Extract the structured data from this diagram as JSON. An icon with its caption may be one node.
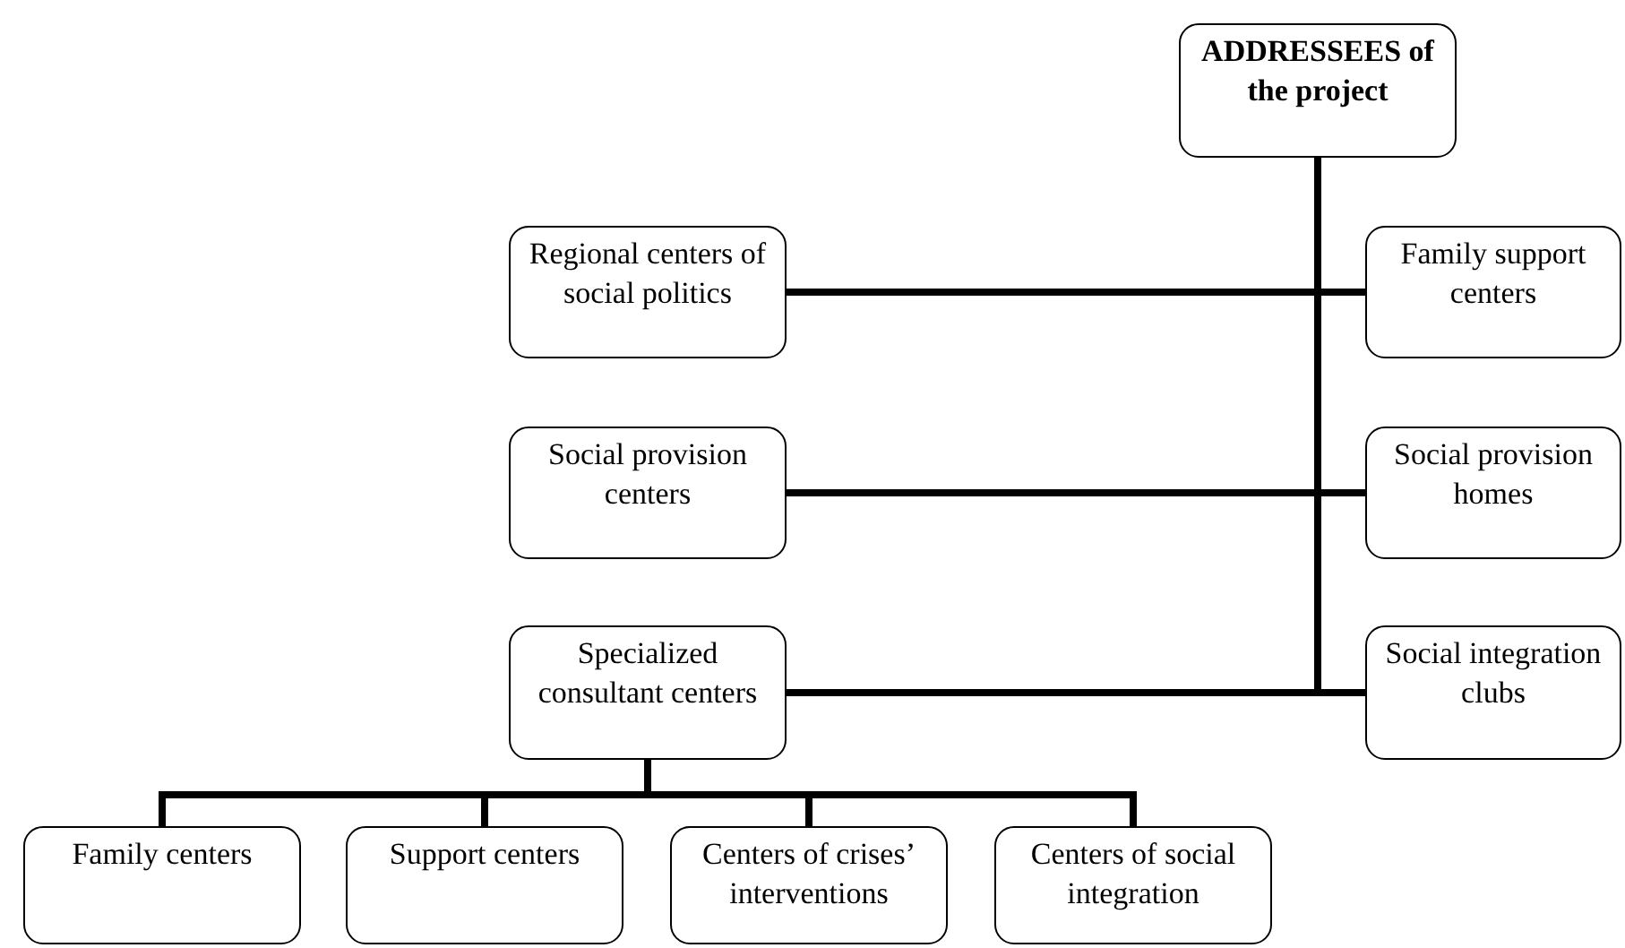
{
  "diagram": {
    "nodes": [
      {
        "text": [
          "ADDRESSEES of the project"
        ]
      },
      {
        "text": [
          "Regional centers of social politics"
        ]
      },
      {
        "text": [
          "Family support centers"
        ]
      },
      {
        "text": [
          "Social provision centers"
        ]
      },
      {
        "text": [
          "Social provision homes"
        ]
      },
      {
        "text": [
          "Specialized consultant centers"
        ]
      },
      {
        "text": [
          "Social integration clubs"
        ]
      },
      {
        "text": [
          "Family centers"
        ]
      },
      {
        "text": [
          "Support centers"
        ]
      },
      {
        "text": [
          "Centers of crises’ interventions"
        ]
      },
      {
        "text": [
          "Centers of social integration"
        ]
      }
    ],
    "edges": [
      {
        "from": 0,
        "to": 1,
        "arrow": "none"
      },
      {
        "from": 0,
        "to": 2,
        "arrow": "none"
      },
      {
        "from": 0,
        "to": 3,
        "arrow": "none"
      },
      {
        "from": 0,
        "to": 4,
        "arrow": "none"
      },
      {
        "from": 0,
        "to": 5,
        "arrow": "none"
      },
      {
        "from": 0,
        "to": 6,
        "arrow": "none"
      },
      {
        "from": 5,
        "to": 7,
        "arrow": "none"
      },
      {
        "from": 5,
        "to": 8,
        "arrow": "none"
      },
      {
        "from": 5,
        "to": 9,
        "arrow": "none"
      },
      {
        "from": 5,
        "to": 10,
        "arrow": "none"
      }
    ]
  }
}
